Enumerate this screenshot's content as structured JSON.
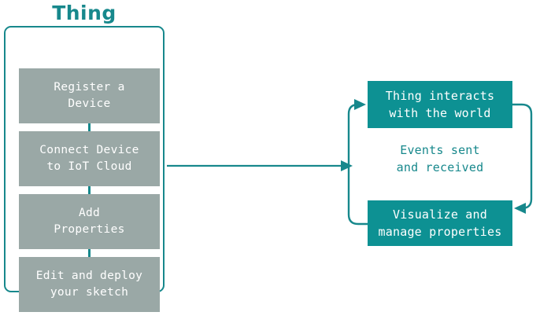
{
  "colors": {
    "teal": "#0d9193",
    "teal_dark": "#17888c",
    "gray_box": "#9aa8a6",
    "background": "#ffffff",
    "text_on_fill": "#ffffff"
  },
  "thing": {
    "title": "Thing",
    "steps": [
      {
        "label": "Register a\nDevice"
      },
      {
        "label": "Connect Device\nto IoT Cloud"
      },
      {
        "label": "Add\nProperties"
      },
      {
        "label": "Edit and deploy\nyour sketch"
      }
    ]
  },
  "transition": {
    "arrow_icon": "arrow-right-icon"
  },
  "cycle": {
    "top_box": "Thing interacts\nwith the world",
    "caption": "Events sent\nand received",
    "bottom_box": "Visualize and\nmanage properties",
    "arrow_down_icon": "curved-arrow-down-icon",
    "arrow_up_icon": "curved-arrow-up-icon"
  }
}
